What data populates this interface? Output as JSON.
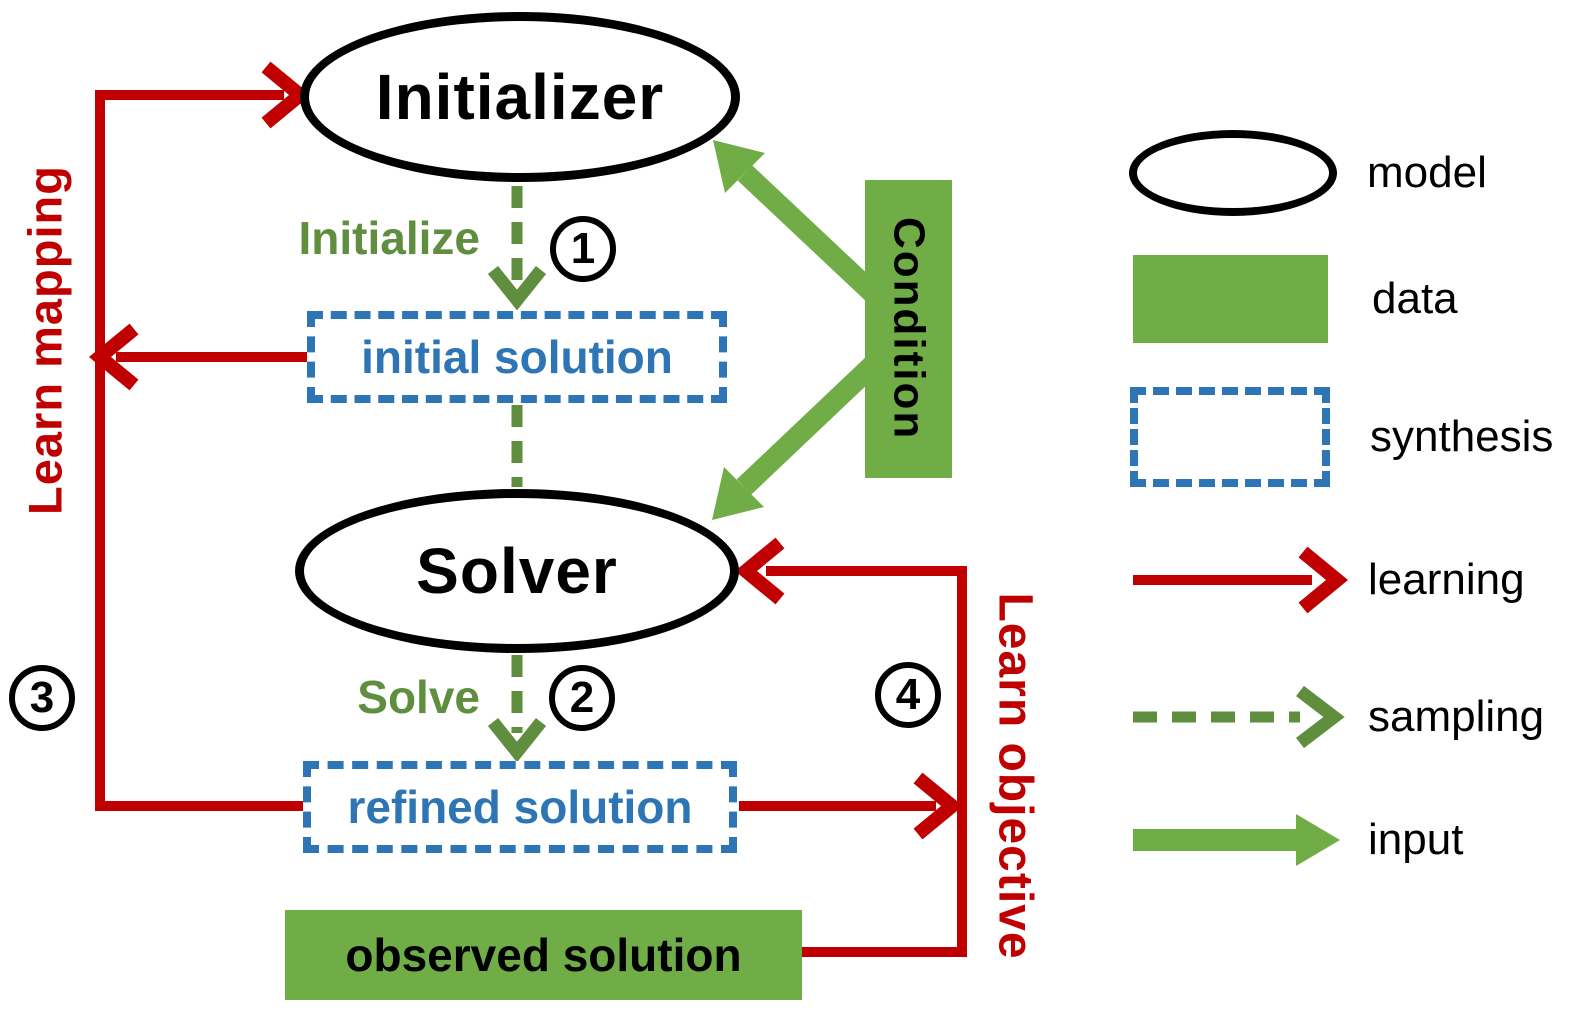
{
  "diagram": {
    "nodes": {
      "initializer": "Initializer",
      "solver": "Solver",
      "initial_solution": "initial solution",
      "refined_solution": "refined solution",
      "observed_solution": "observed solution",
      "condition": "Condition"
    },
    "actions": {
      "initialize": "Initialize",
      "solve": "Solve"
    },
    "learning_labels": {
      "learn_mapping": "Learn mapping",
      "learn_objective": "Learn objective"
    },
    "steps": {
      "step1": "1",
      "step2": "2",
      "step3": "3",
      "step4": "4"
    }
  },
  "legend": {
    "items": [
      {
        "id": "model",
        "label": "model"
      },
      {
        "id": "data",
        "label": "data"
      },
      {
        "id": "synthesis",
        "label": "synthesis"
      },
      {
        "id": "learning",
        "label": "learning"
      },
      {
        "id": "sampling",
        "label": "sampling"
      },
      {
        "id": "input",
        "label": "input"
      }
    ]
  },
  "colors": {
    "learning_red": "#C00000",
    "data_green": "#70AD47",
    "sampling_green": "#5E8E3E",
    "synthesis_blue": "#2E75B6",
    "model_black": "#000000"
  }
}
